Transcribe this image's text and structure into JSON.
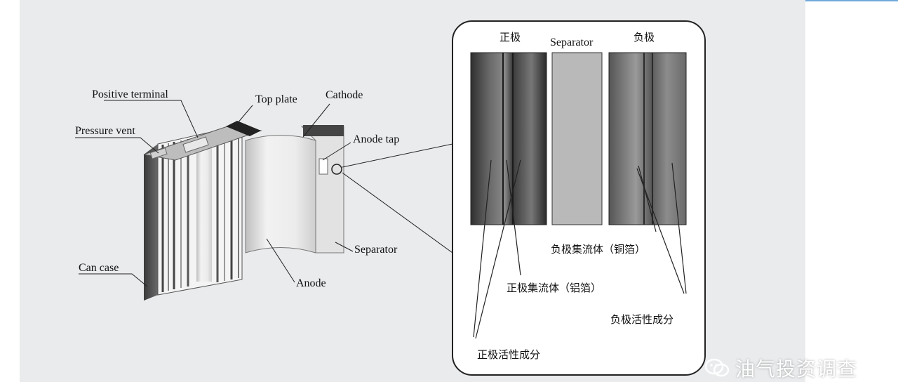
{
  "battery_labels": {
    "positive_terminal": "Positive terminal",
    "top_plate": "Top plate",
    "cathode": "Cathode",
    "pressure_vent": "Pressure vent",
    "anode_tap": "Anode tap",
    "separator": "Separator",
    "can_case": "Can case",
    "anode": "Anode"
  },
  "layer_headers": {
    "positive": "正极",
    "separator": "Separator",
    "negative": "负极"
  },
  "callouts": {
    "negative_collector": "负极集流体（铜箔）",
    "positive_collector": "正极集流体（铝箔）",
    "negative_active": "负极活性成分",
    "positive_active": "正极活性成分"
  },
  "watermark": {
    "icon": "wechat-icon",
    "text": "油气投资调查"
  }
}
